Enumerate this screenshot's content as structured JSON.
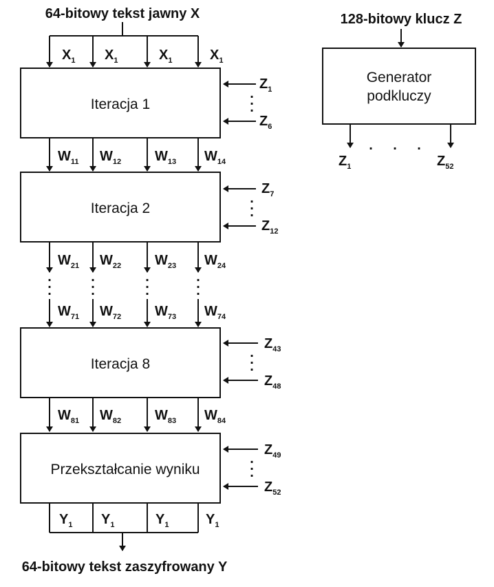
{
  "input_label": "64-bitowy tekst jawny X",
  "key_label": "128-bitowy klucz Z",
  "output_label": "64-bitowy tekst zaszyfrowany Y",
  "key_generator": {
    "title_line1": "Generator",
    "title_line2": "podkluczy",
    "out_left": {
      "main": "Z",
      "sub": "1"
    },
    "out_right": {
      "main": "Z",
      "sub": "52"
    }
  },
  "input_splits": [
    {
      "main": "X",
      "sub": "1"
    },
    {
      "main": "X",
      "sub": "1"
    },
    {
      "main": "X",
      "sub": "1"
    },
    {
      "main": "X",
      "sub": "1"
    }
  ],
  "stages": [
    {
      "title": "Iteracja 1",
      "key_top": {
        "main": "Z",
        "sub": "1"
      },
      "key_bottom": {
        "main": "Z",
        "sub": "6"
      },
      "outputs": [
        {
          "main": "W",
          "sub": "11"
        },
        {
          "main": "W",
          "sub": "12"
        },
        {
          "main": "W",
          "sub": "13"
        },
        {
          "main": "W",
          "sub": "14"
        }
      ]
    },
    {
      "title": "Iteracja 2",
      "key_top": {
        "main": "Z",
        "sub": "7"
      },
      "key_bottom": {
        "main": "Z",
        "sub": "12"
      },
      "outputs": [
        {
          "main": "W",
          "sub": "21"
        },
        {
          "main": "W",
          "sub": "22"
        },
        {
          "main": "W",
          "sub": "23"
        },
        {
          "main": "W",
          "sub": "24"
        }
      ],
      "ellipsis_outputs": [
        {
          "main": "W",
          "sub": "71"
        },
        {
          "main": "W",
          "sub": "72"
        },
        {
          "main": "W",
          "sub": "73"
        },
        {
          "main": "W",
          "sub": "74"
        }
      ]
    },
    {
      "title": "Iteracja 8",
      "key_top": {
        "main": "Z",
        "sub": "43"
      },
      "key_bottom": {
        "main": "Z",
        "sub": "48"
      },
      "outputs": [
        {
          "main": "W",
          "sub": "81"
        },
        {
          "main": "W",
          "sub": "82"
        },
        {
          "main": "W",
          "sub": "83"
        },
        {
          "main": "W",
          "sub": "84"
        }
      ]
    },
    {
      "title": "Przekształcanie wyniku",
      "key_top": {
        "main": "Z",
        "sub": "49"
      },
      "key_bottom": {
        "main": "Z",
        "sub": "52"
      },
      "outputs": [
        {
          "main": "Y",
          "sub": "1"
        },
        {
          "main": "Y",
          "sub": "1"
        },
        {
          "main": "Y",
          "sub": "1"
        },
        {
          "main": "Y",
          "sub": "1"
        }
      ]
    }
  ]
}
